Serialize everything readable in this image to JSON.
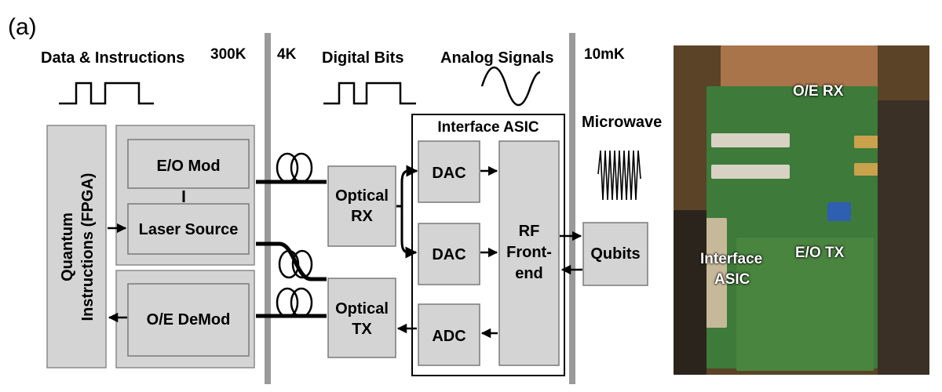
{
  "panel_label": "(a)",
  "temperatures": {
    "room": "300K",
    "k4": "4K",
    "mk10": "10mK"
  },
  "headings": {
    "data_instructions": "Data & Instructions",
    "digital_bits": "Digital Bits",
    "analog_signals": "Analog Signals",
    "microwave": "Microwave"
  },
  "blocks": {
    "fpga_line1": "Quantum",
    "fpga_line2": "Instructions (FPGA)",
    "eo_mod": "E/O Mod",
    "laser_source": "Laser Source",
    "oe_demod": "O/E DeMod",
    "optical_rx_1": "Optical",
    "optical_rx_2": "RX",
    "optical_tx_1": "Optical",
    "optical_tx_2": "TX",
    "interface_asic": "Interface ASIC",
    "dac_1": "DAC",
    "dac_2": "DAC",
    "adc": "ADC",
    "rf_1": "RF",
    "rf_2": "Front-",
    "rf_3": "end",
    "qubits": "Qubits"
  },
  "photo": {
    "oe_rx": "O/E RX",
    "eo_tx": "E/O TX",
    "asic_1": "Interface",
    "asic_2": "ASIC"
  }
}
